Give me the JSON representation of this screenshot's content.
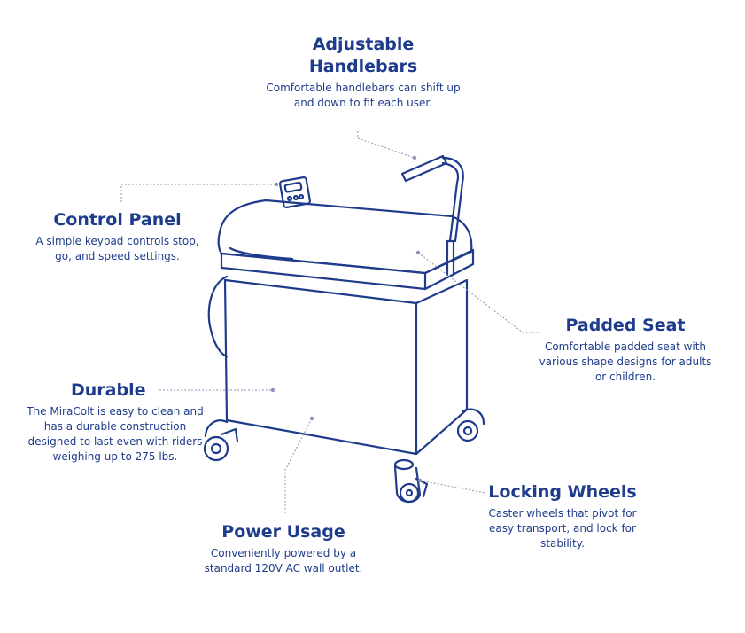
{
  "callouts": {
    "handlebars": {
      "title": "Adjustable Handlebars",
      "description": "Comfortable handlebars can shift up and down to fit each user."
    },
    "control_panel": {
      "title": "Control Panel",
      "description": "A simple keypad controls stop, go, and speed settings."
    },
    "padded_seat": {
      "title": "Padded Seat",
      "description": "Comfortable padded seat with various shape designs for adults or children."
    },
    "durable": {
      "title": "Durable",
      "description": "The MiraColt is easy to clean and has a durable construction designed to last even with riders weighing up to 275 lbs."
    },
    "power_usage": {
      "title": "Power Usage",
      "description": "Conveniently powered by a standard 120V AC wall outlet."
    },
    "locking_wheels": {
      "title": "Locking Wheels",
      "description": "Caster wheels that pivot for easy transport, and lock for stability."
    }
  },
  "colors": {
    "ink": "#1f3c8c",
    "leader": "#8a94b8"
  }
}
